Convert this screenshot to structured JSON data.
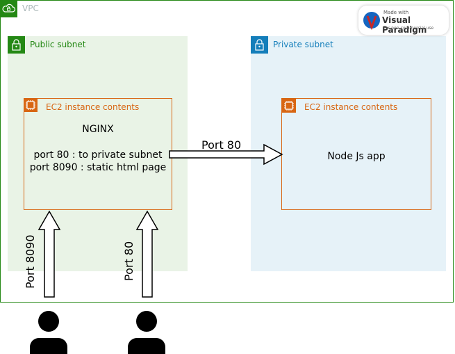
{
  "vpc": {
    "label": "VPC",
    "color": "#248814"
  },
  "public_subnet": {
    "label": "Public subnet",
    "color": "#248814",
    "fill": "#e9f3e6"
  },
  "private_subnet": {
    "label": "Private subnet",
    "color": "#147eba",
    "fill": "#e6f2f8"
  },
  "ec2_public": {
    "label": "EC2 instance contents",
    "title": "NGINX",
    "line1": "port 80 : to private subnet",
    "line2": "port 8090 : static html page"
  },
  "ec2_private": {
    "label": "EC2 instance contents",
    "content": "Node Js app"
  },
  "arrows": {
    "to_private": "Port 80",
    "user1_port": "Port 8090",
    "user2_port": "Port 80"
  },
  "badge": {
    "made_with": "Made with",
    "brand": "Visual Paradigm",
    "sub": "For non-commercial use"
  },
  "icons": {
    "vpc": "cloud-lock-icon",
    "subnet": "padlock-icon",
    "ec2": "chip-icon",
    "user": "user-icon"
  },
  "accent_orange": "#d86613"
}
